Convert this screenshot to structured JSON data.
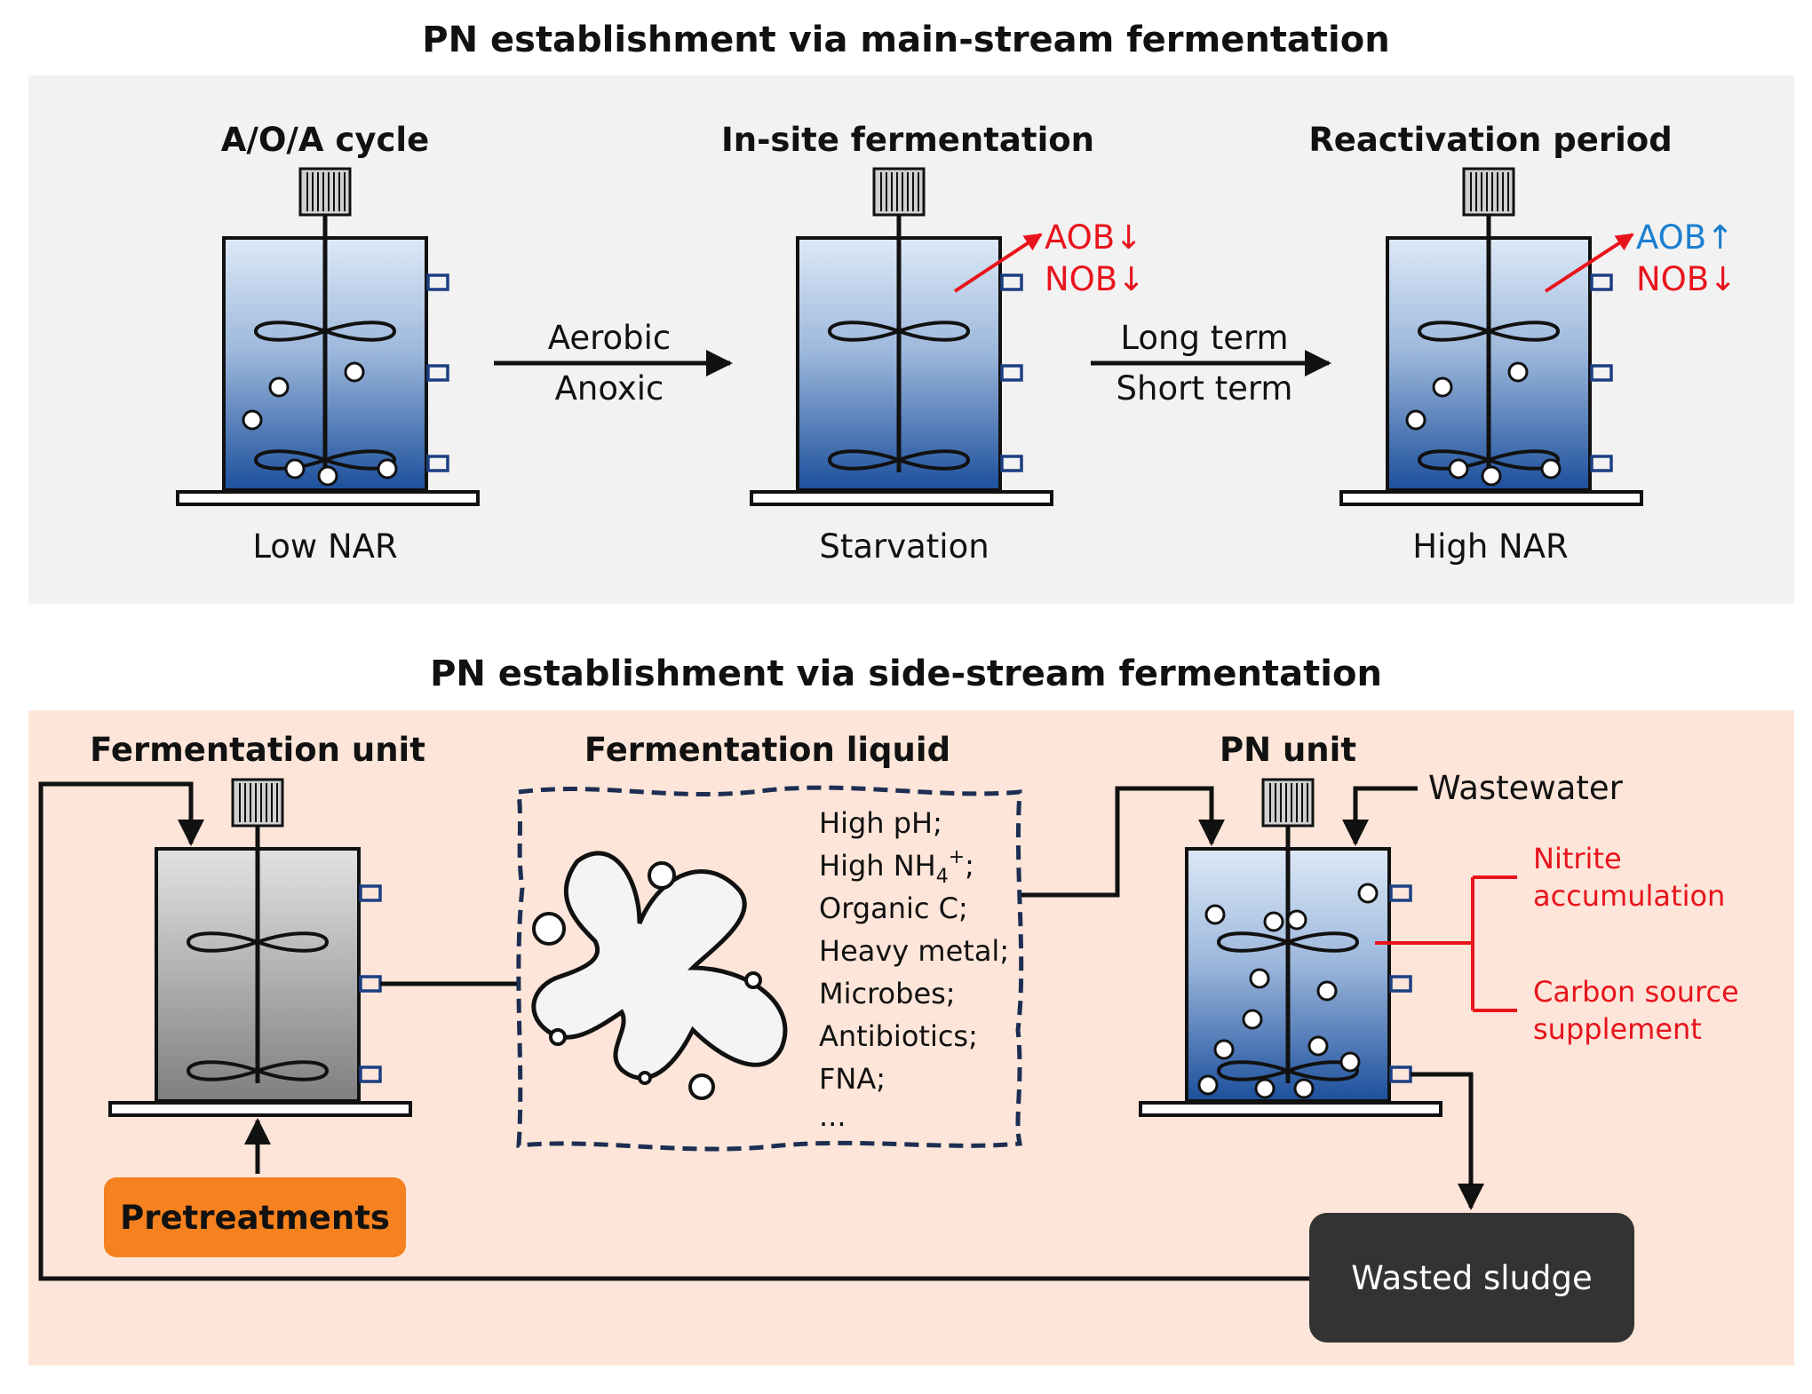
{
  "main": {
    "title": "PN establishment via main-stream fermentation",
    "stage1": {
      "title": "A/O/A cycle",
      "caption": "Low NAR"
    },
    "stage2": {
      "title": "In-site fermentation",
      "caption": "Starvation"
    },
    "stage3": {
      "title": "Reactivation period",
      "caption": "High NAR"
    },
    "arrow1": {
      "line1": "Aerobic",
      "line2": "Anoxic"
    },
    "arrow2": {
      "line1": "Long term",
      "line2": "Short term"
    },
    "stage2_markers": {
      "aob": "AOB↓",
      "nob": "NOB↓"
    },
    "stage3_markers": {
      "aob": "AOB↑",
      "nob": "NOB↓"
    }
  },
  "side": {
    "title": "PN establishment via side-stream fermentation",
    "fermentation_unit": "Fermentation unit",
    "fermentation_liquid": "Fermentation liquid",
    "pn_unit": "PN unit",
    "wastewater": "Wastewater",
    "pretreatments": "Pretreatments",
    "wasted_sludge": "Wasted sludge",
    "liquid_items": {
      "i0": "High pH;",
      "i1a": "High NH",
      "i1b": "4",
      "i1c": "+",
      "i1d": ";",
      "i2": "Organic C;",
      "i3": "Heavy metal;",
      "i4": "Microbes;",
      "i5": "Antibiotics;",
      "i6": "FNA;",
      "i7": "..."
    },
    "effects": {
      "a1": "Nitrite",
      "a2": "accumulation",
      "b1": "Carbon source",
      "b2": "supplement"
    }
  },
  "colors": {
    "main_panel": "#f2f2f2",
    "side_panel": "#fde5d9",
    "pretreat": "#f5811f",
    "sludge": "#333333",
    "red": "#e8141c",
    "blue": "#1a7fd0"
  }
}
